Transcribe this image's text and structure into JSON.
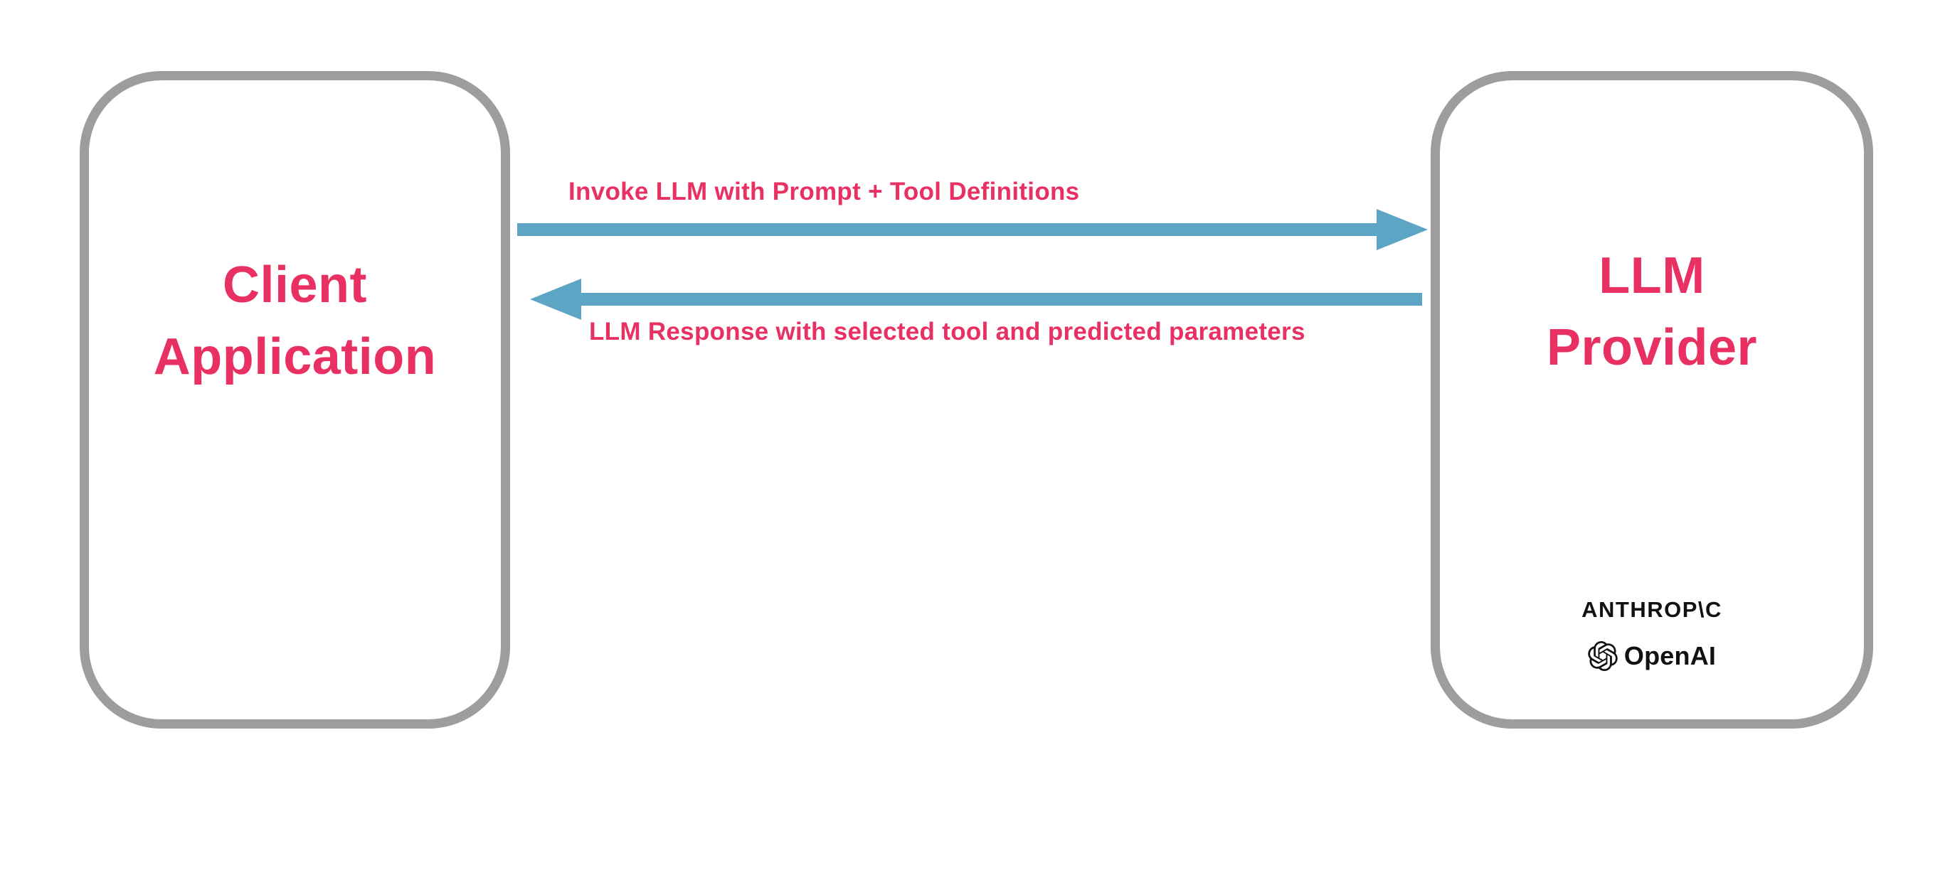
{
  "diagram": {
    "client_box": {
      "line1": "Client",
      "line2": "Application"
    },
    "provider_box": {
      "line1": "LLM",
      "line2": "Provider"
    },
    "request_arrow": {
      "label": "Invoke LLM with Prompt + Tool Definitions",
      "direction": "left-to-right"
    },
    "response_arrow": {
      "label": "LLM Response with selected tool and predicted parameters",
      "direction": "right-to-left"
    },
    "provider_logos": {
      "anthropic": "ANTHROP\\C",
      "openai": "OpenAI"
    },
    "colors": {
      "accent_pink": "#e83063",
      "arrow_blue": "#5ca5c4",
      "border_gray": "#9d9d9d",
      "logo_black": "#111111"
    }
  }
}
